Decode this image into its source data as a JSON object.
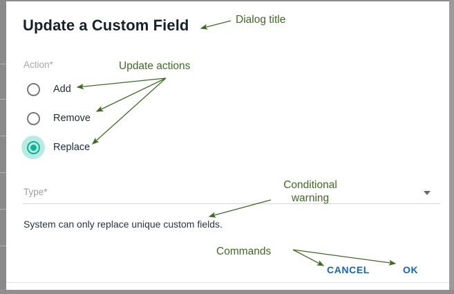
{
  "dialog": {
    "title": "Update a Custom Field",
    "action_label": "Action*",
    "type_label": "Type*",
    "type_value": "",
    "type_caret_icon": "chevron-down-icon",
    "radio_options": [
      {
        "label": "Add",
        "selected": false
      },
      {
        "label": "Remove",
        "selected": false
      },
      {
        "label": "Replace",
        "selected": true
      }
    ],
    "warning_text": "System can only replace unique custom fields.",
    "buttons": {
      "cancel": "CANCEL",
      "ok": "OK"
    }
  },
  "annotations": [
    {
      "id": "dialog-title-note",
      "text": "Dialog title"
    },
    {
      "id": "update-actions-note",
      "text": "Update actions"
    },
    {
      "id": "conditional-warning-note",
      "text": "Conditional warning"
    },
    {
      "id": "commands-note",
      "text": "Commands"
    }
  ],
  "annotation_text": {
    "dialog_title": "Dialog title",
    "update_actions": "Update actions",
    "conditional_warning": "Conditional warning",
    "commands": "Commands"
  },
  "colors": {
    "accent_teal": "#10b096",
    "ripple_teal": "#b8ece2",
    "command_blue": "#1565c0",
    "annotation_green": "#3d6b20",
    "title_text": "#15212b",
    "label_gray": "#a6a6a6",
    "frame_gray": "#8a8a8a"
  }
}
